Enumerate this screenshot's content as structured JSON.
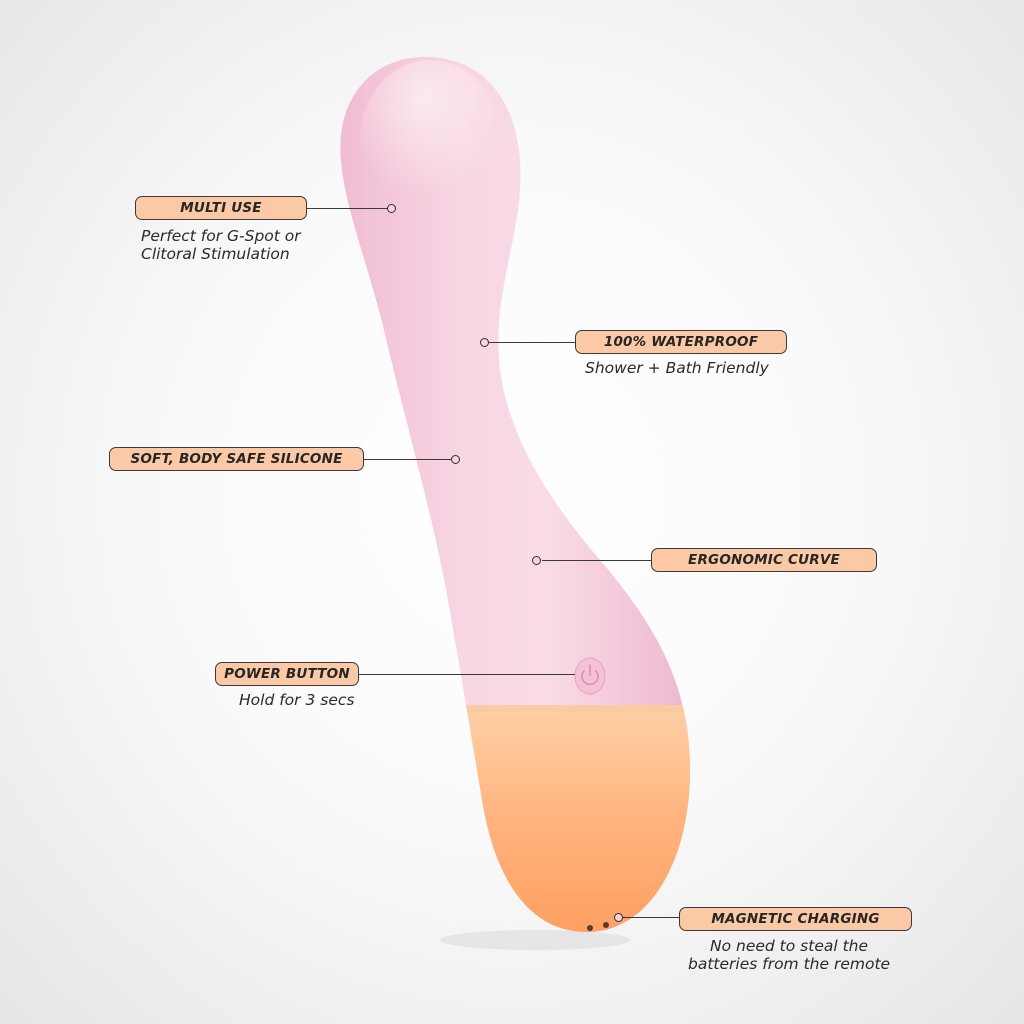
{
  "colors": {
    "pill_fill": "#fbc9a5",
    "pill_border": "#3a3a3a",
    "body_pink": "#f7d1e1",
    "base_orange": "#ffae72"
  },
  "product": {
    "button_icon": "power-icon"
  },
  "callouts": {
    "multi_use": {
      "label": "MULTI USE",
      "desc_line1": "Perfect for G-Spot or",
      "desc_line2": "Clitoral Stimulation"
    },
    "waterproof": {
      "label": "100% WATERPROOF",
      "desc_line1": "Shower + Bath Friendly"
    },
    "silicone": {
      "label": "SOFT, BODY SAFE SILICONE"
    },
    "ergonomic": {
      "label": "ERGONOMIC CURVE"
    },
    "power": {
      "label": "POWER BUTTON",
      "desc_line1": "Hold for 3 secs"
    },
    "charging": {
      "label": "MAGNETIC CHARGING",
      "desc_line1": "No need to steal the",
      "desc_line2": "batteries from the remote"
    }
  }
}
